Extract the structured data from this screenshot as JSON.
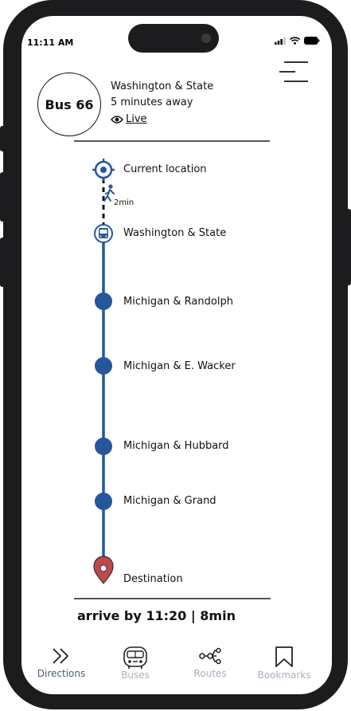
{
  "status_bar": {
    "time": "11:11 AM"
  },
  "bus": {
    "label": "Bus 66"
  },
  "header": {
    "stop_name": "Washington & State",
    "eta": "5 minutes away",
    "live_label": "Live"
  },
  "walk": {
    "duration": "2min"
  },
  "route": {
    "stops": [
      {
        "label": "Current location",
        "kind": "current"
      },
      {
        "label": "Washington & State",
        "kind": "bus"
      },
      {
        "label": "Michigan & Randolph",
        "kind": "stop"
      },
      {
        "label": "Michigan & E. Wacker",
        "kind": "stop"
      },
      {
        "label": "Michigan & Hubbard",
        "kind": "stop"
      },
      {
        "label": "Michigan & Grand",
        "kind": "stop"
      },
      {
        "label": "Destination",
        "kind": "destination"
      }
    ]
  },
  "arrival": {
    "text": "arrive by 11:20 | 8min"
  },
  "tabs": [
    {
      "label": "Directions",
      "icon": "double-chevron-right-icon",
      "active": true
    },
    {
      "label": "Buses",
      "icon": "bus-icon",
      "active": false
    },
    {
      "label": "Routes",
      "icon": "route-branch-icon",
      "active": false
    },
    {
      "label": "Bookmarks",
      "icon": "bookmark-icon",
      "active": false
    }
  ],
  "colors": {
    "route": "#26579a",
    "destination": "#c0474b",
    "tab_active": "#4a5b7a",
    "tab_inactive": "#a9b0bd"
  }
}
